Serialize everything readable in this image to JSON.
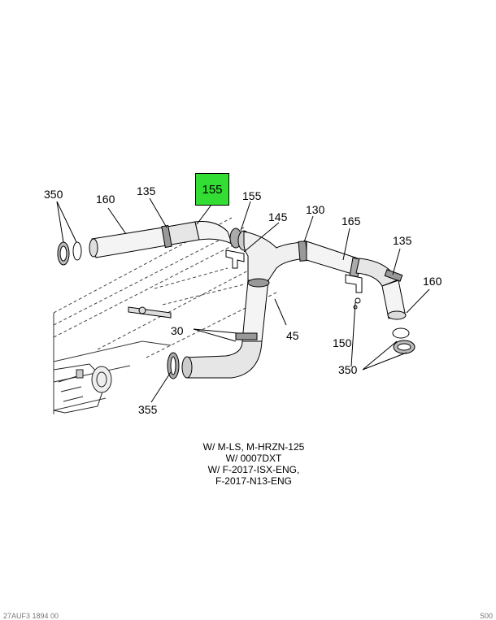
{
  "highlight_color": "#33dd33",
  "callouts": {
    "c350_left": "350",
    "c160_left": "160",
    "c135_left": "135",
    "c155_highlight": "155",
    "c155": "155",
    "c145": "145",
    "c130": "130",
    "c165": "165",
    "c135_right": "135",
    "c160_right": "160",
    "c30": "30",
    "c45": "45",
    "c150": "150",
    "c350_right": "350",
    "c355": "355"
  },
  "applicability": [
    "W/ M-LS, M-HRZN-125",
    "W/ 0007DXT",
    "W/ F-2017-ISX-ENG,",
    "F-2017-N13-ENG"
  ],
  "footer": {
    "left": "27AUF3 1894 00",
    "right": "S00"
  }
}
